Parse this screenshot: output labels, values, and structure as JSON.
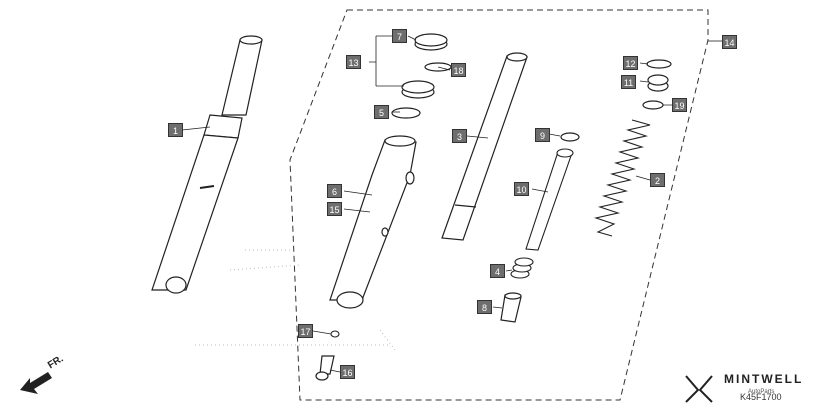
{
  "callouts": [
    {
      "id": "c1",
      "label": "1"
    },
    {
      "id": "c2",
      "label": "2"
    },
    {
      "id": "c3",
      "label": "3"
    },
    {
      "id": "c4",
      "label": "4"
    },
    {
      "id": "c5",
      "label": "5"
    },
    {
      "id": "c6",
      "label": "6"
    },
    {
      "id": "c7",
      "label": "7"
    },
    {
      "id": "c8",
      "label": "8"
    },
    {
      "id": "c9",
      "label": "9"
    },
    {
      "id": "c10",
      "label": "10"
    },
    {
      "id": "c11",
      "label": "11"
    },
    {
      "id": "c12",
      "label": "12"
    },
    {
      "id": "c13",
      "label": "13"
    },
    {
      "id": "c14",
      "label": "14"
    },
    {
      "id": "c15",
      "label": "15"
    },
    {
      "id": "c16",
      "label": "16"
    },
    {
      "id": "c17",
      "label": "17"
    },
    {
      "id": "c18",
      "label": "18"
    },
    {
      "id": "c19",
      "label": "19"
    }
  ],
  "direction_label": "FR.",
  "drawing_code": "K45F1700",
  "brand": {
    "name": "MINTWELL",
    "tag": "AutoParts"
  },
  "colors": {
    "line": "#222222",
    "callout_fill": "#6e6e6e",
    "callout_text": "#ffffff"
  }
}
